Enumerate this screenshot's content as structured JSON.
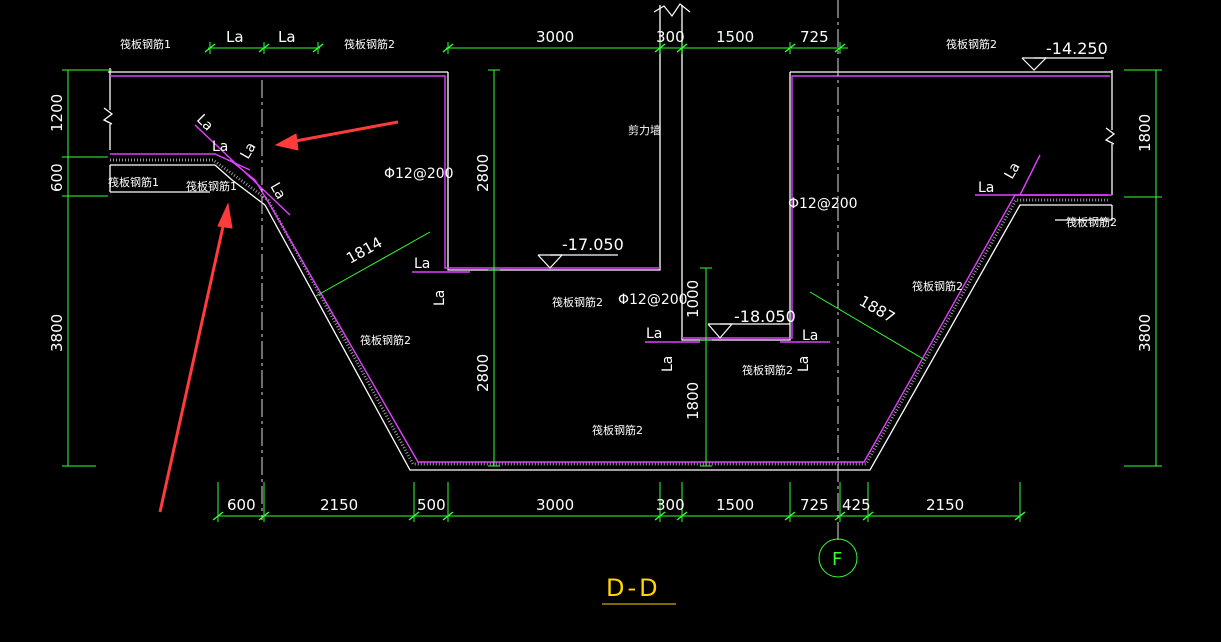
{
  "drawing": {
    "section_title": "D-D",
    "axis_label": "F",
    "colors": {
      "background": "#000000",
      "dimension": "#33ff33",
      "rebar": "#e040ff",
      "concrete": "#ffffff",
      "annotation_arrow": "#ff3b3b",
      "title": "#ffd400"
    },
    "top_dims": [
      "La",
      "La",
      "3000",
      "300",
      "1500",
      "725"
    ],
    "bottom_dims": [
      "600",
      "2150",
      "500",
      "3000",
      "300",
      "1500",
      "725",
      "425",
      "2150"
    ],
    "left_dims": [
      "1200",
      "600",
      "3800"
    ],
    "right_dims": [
      "1800",
      "3800"
    ],
    "inner_dims": [
      "2800",
      "2800",
      "1000",
      "1800"
    ],
    "slope_dims": [
      "1814",
      "1887"
    ],
    "levels": [
      "-14.250",
      "-17.050",
      "-18.050"
    ],
    "rebar_spec": [
      "Φ12@200",
      "Φ12@200",
      "Φ12@200"
    ],
    "anchor_label": "La",
    "notes": {
      "slab_rebar_1": "筏板钢筋1",
      "slab_rebar_2": "筏板钢筋2",
      "shear_wall": "剪力墙"
    }
  }
}
